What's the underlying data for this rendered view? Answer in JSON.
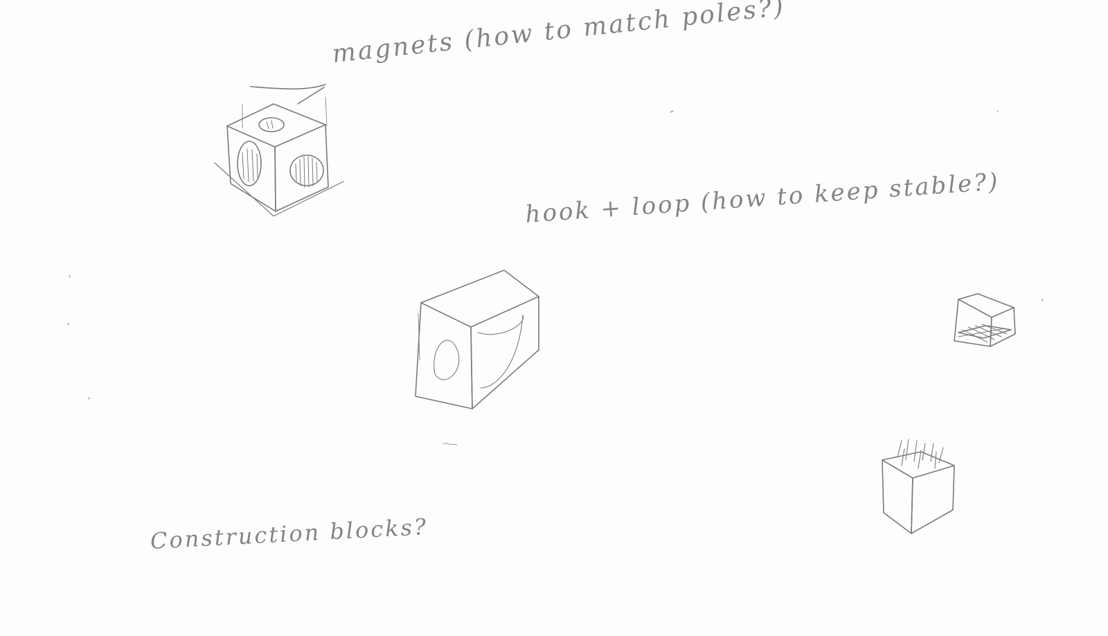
{
  "notes": {
    "magnets": "magnets (how to match poles?)",
    "hook_loop": "hook + loop (how to keep stable?)",
    "construction": "Construction blocks?"
  }
}
